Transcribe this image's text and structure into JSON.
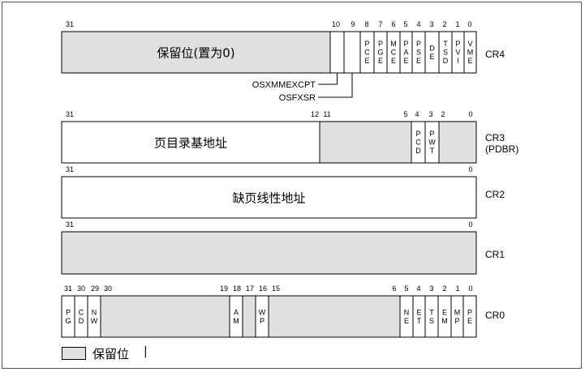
{
  "registers": [
    {
      "name": "CR4",
      "fields": [
        {
          "text": "保留位(置为0)",
          "fill": "gray",
          "hi": 31,
          "lo": 11
        },
        {
          "text": "",
          "fill": "white",
          "hi": 10,
          "lo": 10
        },
        {
          "text": "",
          "fill": "white",
          "hi": 9,
          "lo": 9
        },
        {
          "text": "PCE",
          "fill": "white",
          "hi": 8,
          "lo": 8,
          "vertical": true
        },
        {
          "text": "PGE",
          "fill": "white",
          "hi": 7,
          "lo": 7,
          "vertical": true
        },
        {
          "text": "MCE",
          "fill": "white",
          "hi": 6,
          "lo": 6,
          "vertical": true
        },
        {
          "text": "PAE",
          "fill": "white",
          "hi": 5,
          "lo": 5,
          "vertical": true
        },
        {
          "text": "PSE",
          "fill": "white",
          "hi": 4,
          "lo": 4,
          "vertical": true
        },
        {
          "text": "DE",
          "fill": "white",
          "hi": 3,
          "lo": 3,
          "vertical": true
        },
        {
          "text": "TSD",
          "fill": "white",
          "hi": 2,
          "lo": 2,
          "vertical": true
        },
        {
          "text": "PVI",
          "fill": "white",
          "hi": 1,
          "lo": 1,
          "vertical": true
        },
        {
          "text": "VME",
          "fill": "white",
          "hi": 0,
          "lo": 0,
          "vertical": true
        }
      ],
      "bit_numbers": [
        "31",
        "10",
        "9",
        "8",
        "7",
        "6",
        "5",
        "4",
        "3",
        "2",
        "1",
        "0"
      ]
    },
    {
      "name": "CR3 (PDBR)",
      "name_lines": [
        "CR3",
        "(PDBR)"
      ],
      "fields": [
        {
          "text": "页目录基地址",
          "fill": "white",
          "hi": 31,
          "lo": 12
        },
        {
          "text": "",
          "fill": "gray",
          "hi": 11,
          "lo": 5
        },
        {
          "text": "PCD",
          "fill": "white",
          "hi": 4,
          "lo": 4,
          "vertical": true
        },
        {
          "text": "PWT",
          "fill": "white",
          "hi": 3,
          "lo": 3,
          "vertical": true
        },
        {
          "text": "",
          "fill": "gray",
          "hi": 2,
          "lo": 0
        }
      ],
      "bit_numbers": [
        "31",
        "12",
        "11",
        "5",
        "4",
        "3",
        "2",
        "0"
      ]
    },
    {
      "name": "CR2",
      "fields": [
        {
          "text": "缺页线性地址",
          "fill": "white",
          "hi": 31,
          "lo": 0
        }
      ],
      "bit_numbers": [
        "31",
        "0"
      ]
    },
    {
      "name": "CR1",
      "fields": [
        {
          "text": "",
          "fill": "gray",
          "hi": 31,
          "lo": 0
        }
      ],
      "bit_numbers": [
        "31",
        "0"
      ]
    },
    {
      "name": "CR0",
      "fields": [
        {
          "text": "PG",
          "fill": "white",
          "hi": 31,
          "lo": 31,
          "vertical": true
        },
        {
          "text": "CD",
          "fill": "white",
          "hi": 30,
          "lo": 30,
          "vertical": true
        },
        {
          "text": "NW",
          "fill": "white",
          "hi": 29,
          "lo": 29,
          "vertical": true
        },
        {
          "text": "",
          "fill": "gray",
          "hi": 28,
          "lo": 19
        },
        {
          "text": "AM",
          "fill": "white",
          "hi": 18,
          "lo": 18,
          "vertical": true
        },
        {
          "text": "",
          "fill": "gray",
          "hi": 17,
          "lo": 17
        },
        {
          "text": "WP",
          "fill": "white",
          "hi": 16,
          "lo": 16,
          "vertical": true
        },
        {
          "text": "",
          "fill": "gray",
          "hi": 15,
          "lo": 6
        },
        {
          "text": "NE",
          "fill": "white",
          "hi": 5,
          "lo": 5,
          "vertical": true
        },
        {
          "text": "ET",
          "fill": "white",
          "hi": 4,
          "lo": 4,
          "vertical": true
        },
        {
          "text": "TS",
          "fill": "white",
          "hi": 3,
          "lo": 3,
          "vertical": true
        },
        {
          "text": "EM",
          "fill": "white",
          "hi": 2,
          "lo": 2,
          "vertical": true
        },
        {
          "text": "MP",
          "fill": "white",
          "hi": 1,
          "lo": 1,
          "vertical": true
        },
        {
          "text": "PE",
          "fill": "white",
          "hi": 0,
          "lo": 0,
          "vertical": true
        }
      ],
      "bit_numbers": [
        "31",
        "30",
        "29",
        "30",
        "19",
        "18",
        "17",
        "16",
        "15",
        "6",
        "5",
        "4",
        "3",
        "2",
        "1",
        "0"
      ]
    }
  ],
  "annotations": {
    "osxmmexcpt": "OSXMMEXCPT",
    "osfxsr": "OSFXSR"
  },
  "legend": {
    "label": "保留位",
    "mark": "|"
  },
  "colors": {
    "reserved_fill": "#e0e0e0",
    "line": "#000000"
  }
}
